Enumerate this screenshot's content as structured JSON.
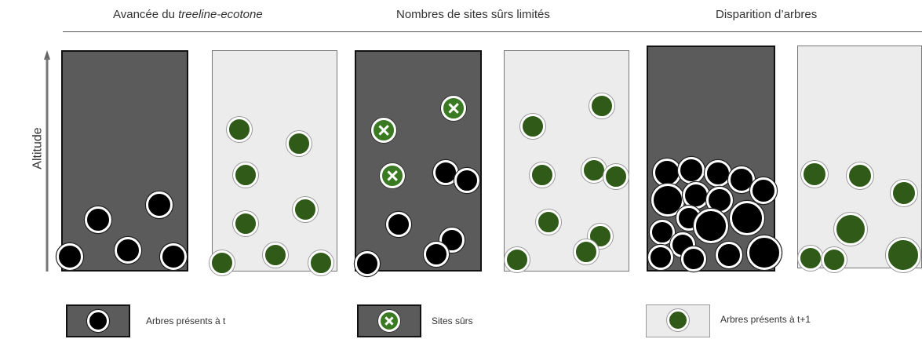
{
  "headers": {
    "col1_prefix": "Avancée du ",
    "col1_italic": "treeline-ecotone",
    "col2": "Nombres de sites sûrs limités",
    "col3": "Disparition d’arbres"
  },
  "axis": {
    "ylabel": "Altitude"
  },
  "legend": {
    "trees_t": "Arbres présents à t",
    "safe_sites": "Sites sûrs",
    "trees_t1": "Arbres présents à t+1"
  },
  "colors": {
    "panel_dark": "#5b5b5b",
    "panel_light": "#ececec",
    "tree_black": "#000000",
    "tree_green": "#2f5a18",
    "safe_site": "#3a7a22"
  }
}
